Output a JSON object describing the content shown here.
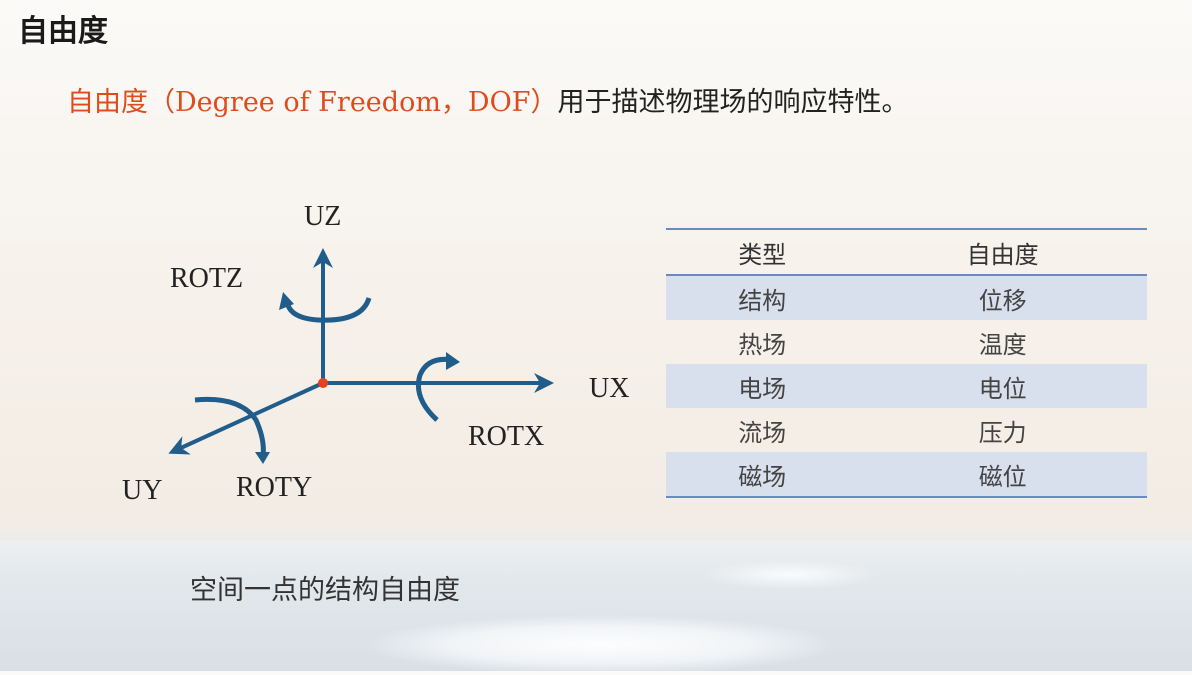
{
  "title": "自由度",
  "intro": {
    "highlight": "自由度（Degree of Freedom，DOF）",
    "rest": "用于描述物理场的响应特性。"
  },
  "diagram": {
    "labels": {
      "uz": "UZ",
      "rotz": "ROTZ",
      "ux": "UX",
      "rotx": "ROTX",
      "uy": "UY",
      "roty": "ROTY"
    },
    "caption": "空间一点的结构自由度",
    "colors": {
      "axis": "#215d8b",
      "origin": "#e8401c"
    }
  },
  "table": {
    "headers": [
      "类型",
      "自由度"
    ],
    "rows": [
      [
        "结构",
        "位移"
      ],
      [
        "热场",
        "温度"
      ],
      [
        "电场",
        "电位"
      ],
      [
        "流场",
        "压力"
      ],
      [
        "磁场",
        "磁位"
      ]
    ],
    "colors": {
      "rule": "#6a8bc0",
      "shade": "#d8e0ee"
    }
  }
}
